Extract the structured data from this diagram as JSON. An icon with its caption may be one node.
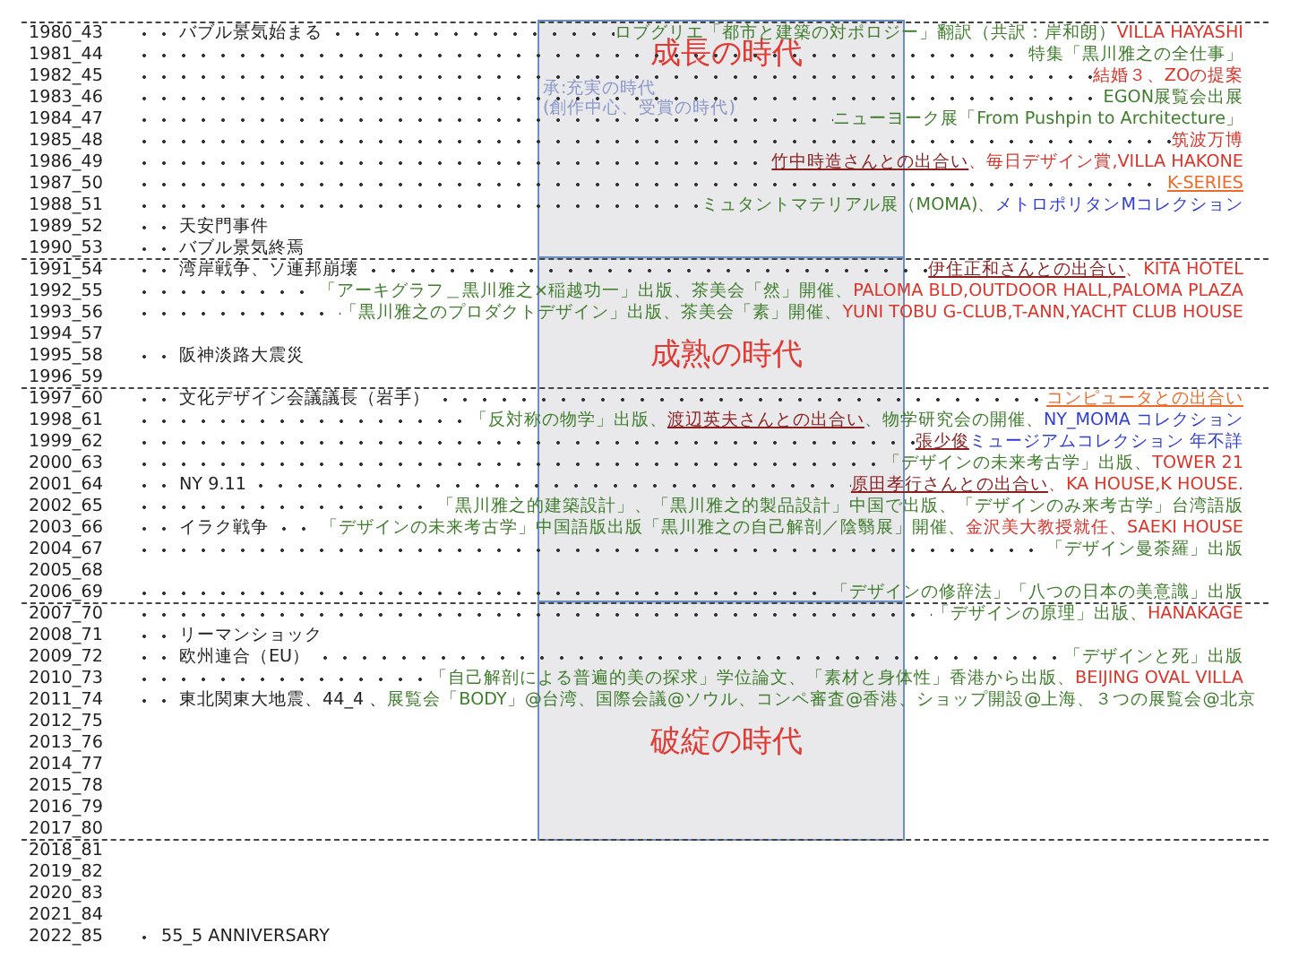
{
  "diagram": {
    "nodes": [
      {
        "text": [
          "成長の時代",
          "承:充実の時代",
          "(創作中心、受賞の時代)"
        ]
      },
      {
        "text": [
          "成熟の時代"
        ]
      },
      {
        "text": [
          "破綻の時代"
        ]
      }
    ],
    "labels": [
      "1980_43",
      "バブル景気始まる",
      "ロブグリエ「都市と建築の対ポロジー」翻訳（共訳：岸和朗）",
      "VILLA HAYASHI",
      "1981_44",
      "特集「黒川雅之の全仕事」",
      "1982_45",
      "結婚３、ZOの提案",
      "1983_46",
      "EGON展覧会出展",
      "1984_47",
      "ニューヨーク展「From Pushpin to Architecture」",
      "1985_48",
      "筑波万博",
      "1986_49",
      "竹中時造さんとの出合い",
      "、毎日デザイン賞,VILLA HAKONE",
      "1987_50",
      "K-SERIES",
      "1988_51",
      "ミュタントマテリアル展（MOMA)、",
      "メトロポリタンMコレクション",
      "1989_52",
      "天安門事件",
      "1990_53",
      "バブル景気終焉",
      "1991_54",
      "湾岸戦争、ソ連邦崩壊",
      "伊住正和さんとの出合い",
      "、KITA HOTEL",
      "1992_55",
      "「アーキグラフ＿黒川雅之×稲越功一」出版、茶美会「然」開催、",
      "PALOMA BLD,OUTDOOR HALL,PALOMA PLAZA",
      "1993_56",
      "「黒川雅之のプロダクトデザイン」出版、茶美会「素」開催、",
      "YUNI TOBU G-CLUB,T-ANN,YACHT CLUB HOUSE",
      "1994_57",
      "1995_58",
      "阪神淡路大震災",
      "1996_59",
      "1997_60",
      "文化デザイン会議議長（岩手）",
      "コンピュータとの出合い",
      "1998_61",
      "「反対称の物学」出版、",
      "渡辺英夫さんとの出合い",
      "、物学研究会の開催、",
      "NY_MOMA コレクション",
      "1999_62",
      "張少俊",
      "ミュージアムコレクション 年不詳",
      "2000_63",
      "「デザインの未来考古学」出版、",
      "TOWER 21",
      "2001_64",
      "NY 9.11",
      "原田孝行さんとの出合い",
      "、KA HOUSE,K HOUSE.",
      "2002_65",
      "「黒川雅之的建築設計」、「黒川雅之的製品設計」中国で出版、「デザインのみ来考古学」台湾語版",
      "2003_66",
      "イラク戦争",
      "「デザインの未来考古学」中国語版出版「黒川雅之の自己解剖／陰翳展」開催、",
      "金沢美大教授就任、SAEKI HOUSE",
      "2004_67",
      "「デザイン曼荼羅」出版",
      "2005_68",
      "2006_69",
      "「デザインの修辞法」「八つの日本の美意識」出版",
      "2007_70",
      "「デザインの原理」出版、",
      "HANAKAGE",
      "2008_71",
      "リーマンショック",
      "2009_72",
      "欧州連合（EU）",
      "「デザインと死」出版",
      "2010_73",
      "「自己解剖による普遍的美の探求」学位論文、「素材と身体性」香港から出版、",
      "BEIJING OVAL VILLA",
      "2011_74",
      "東北関東大地震、44_4 、",
      "展覧会「BODY」@台湾、国際会議@ソウル、コンペ審査@香港、ショップ開設@上海、３つの展覧会@北京",
      "2012_75",
      "2013_76",
      "2014_77",
      "2015_78",
      "2016_79",
      "2017_80",
      "2018_81",
      "2019_82",
      "2020_83",
      "2021_84",
      "2022_85",
      "55_5 ANNIVERSARY"
    ]
  }
}
